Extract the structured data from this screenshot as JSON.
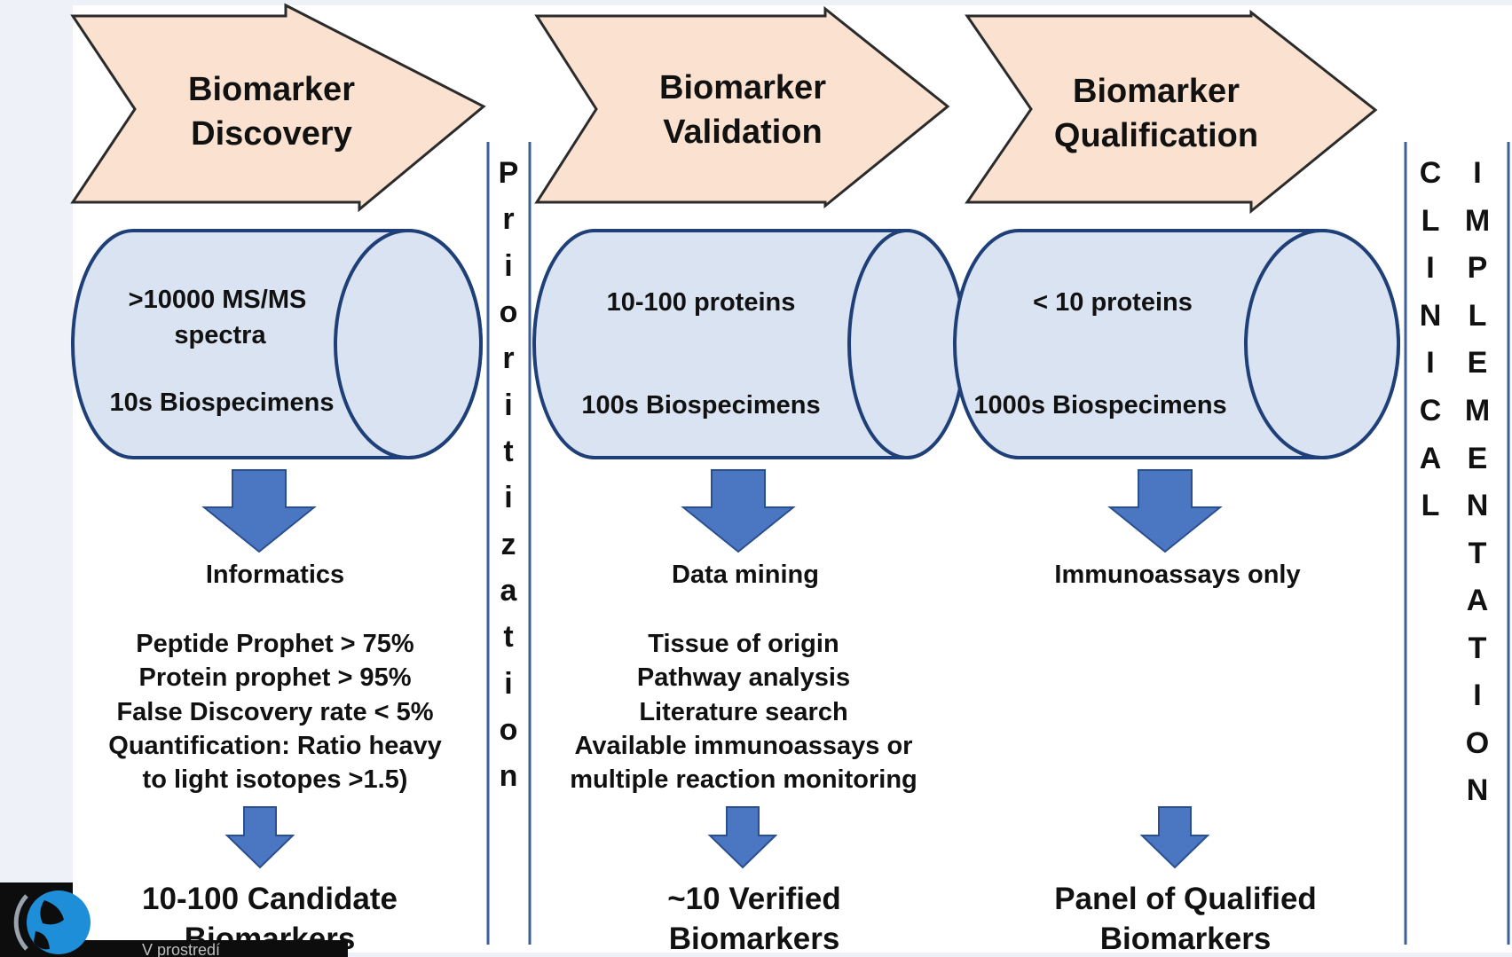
{
  "stages": [
    {
      "title_lines": [
        "Biomarker",
        "Discovery"
      ]
    },
    {
      "title_lines": [
        "Biomarker",
        "Validation"
      ]
    },
    {
      "title_lines": [
        "Biomarker",
        "Qualification"
      ]
    }
  ],
  "cylinders": [
    {
      "top_lines": [
        ">10000 MS/MS",
        "spectra"
      ],
      "bottom": "10s Biospecimens"
    },
    {
      "top_lines": [
        "10-100 proteins"
      ],
      "bottom": "100s Biospecimens"
    },
    {
      "top_lines": [
        "< 10 proteins"
      ],
      "bottom": "1000s Biospecimens"
    }
  ],
  "columns": [
    {
      "method": "Informatics",
      "details": [
        "Peptide Prophet > 75%",
        "Protein prophet > 95%",
        "False Discovery rate < 5%",
        "Quantification: Ratio heavy",
        "to light isotopes >1.5)"
      ],
      "result_lines": [
        "10-100 Candidate",
        "Biomarkers"
      ]
    },
    {
      "method": "Data mining",
      "details": [
        "Tissue of origin",
        "Pathway analysis",
        "Literature search",
        "Available immunoassays or",
        "multiple reaction monitoring"
      ],
      "result_lines": [
        "~10 Verified",
        "Biomarkers"
      ]
    },
    {
      "method": "Immunoassays only",
      "details": [],
      "result_lines": [
        "Panel of Qualified",
        "Biomarkers"
      ]
    }
  ],
  "prioritization": [
    "P",
    "r",
    "i",
    "o",
    "r",
    "i",
    "t",
    "i",
    "z",
    "a",
    "t",
    "i",
    "o",
    "n"
  ],
  "clinical": [
    "C",
    "L",
    "I",
    "N",
    "I",
    "C",
    "A",
    "L"
  ],
  "implementation": [
    "I",
    "M",
    "P",
    "L",
    "E",
    "M",
    "E",
    "N",
    "T",
    "A",
    "T",
    "I",
    "O",
    "N"
  ],
  "watermark": "V prostredí",
  "colors": {
    "chevron_fill": "#fbe1cf",
    "chevron_stroke": "#2b2b2b",
    "cylinder_fill": "#d9e3f1",
    "cylinder_stroke": "#1f3f78",
    "arrow_fill": "#4a76c2",
    "arrow_stroke": "#2a4f8f",
    "divider": "#3e5f9e"
  },
  "icons": [
    "globe-icon"
  ]
}
